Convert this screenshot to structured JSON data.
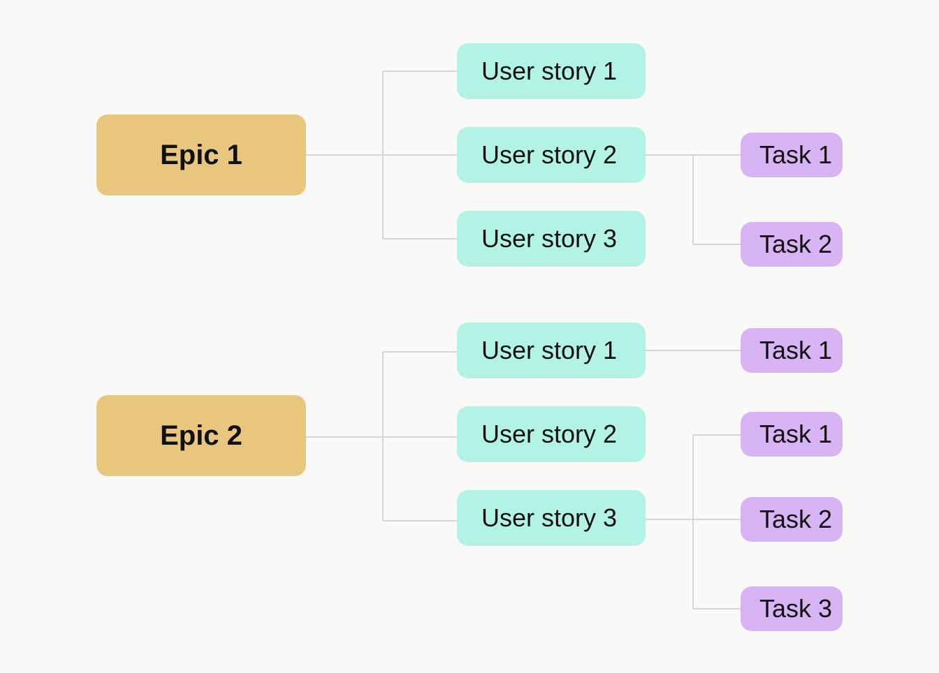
{
  "colors": {
    "background": "#f9f9f7",
    "epic": "#e8c67e",
    "story": "#b2f3e6",
    "task": "#d9b4f4",
    "connector": "#d6d6d6"
  },
  "epics": [
    {
      "label": "Epic 1",
      "stories": [
        {
          "label": "User story 1",
          "tasks": []
        },
        {
          "label": "User story 2",
          "tasks": [
            "Task 1",
            "Task 2"
          ]
        },
        {
          "label": "User story 3",
          "tasks": []
        }
      ]
    },
    {
      "label": "Epic 2",
      "stories": [
        {
          "label": "User story 1",
          "tasks": [
            "Task 1"
          ]
        },
        {
          "label": "User story 2",
          "tasks": []
        },
        {
          "label": "User story 3",
          "tasks": [
            "Task 1",
            "Task 2",
            "Task 3"
          ]
        }
      ]
    }
  ]
}
